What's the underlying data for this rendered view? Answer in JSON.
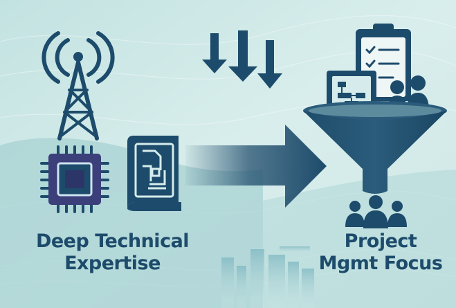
{
  "left_caption": {
    "line1": "Deep Technical",
    "line2": "Expertise"
  },
  "right_caption": {
    "line1": "Project",
    "line2": "Mgmt Focus"
  },
  "icons": [
    "radio-tower-icon",
    "microchip-icon",
    "circuit-book-icon",
    "down-arrows-icon",
    "right-arrow-icon",
    "funnel-icon",
    "clipboard-checklist-icon",
    "flowchart-document-icon",
    "people-icon",
    "team-icon",
    "city-skyline-icon"
  ],
  "colors": {
    "navy": "#1d4b6b",
    "dark_teal": "#23506f",
    "background_light": "#d8eceb",
    "background_teal": "#a9d3d4",
    "chip_purple": "#3b3f7a"
  }
}
